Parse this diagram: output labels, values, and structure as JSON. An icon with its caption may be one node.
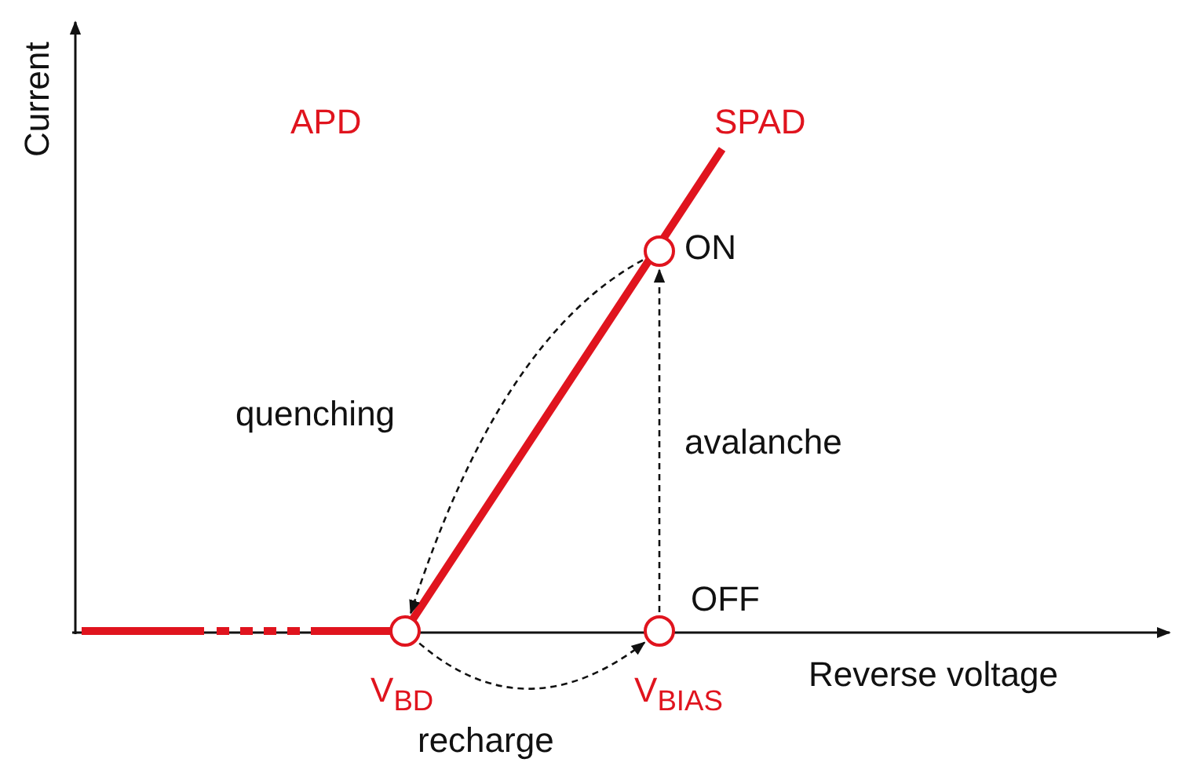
{
  "diagram": {
    "nodes": [
      {
        "text": [],
        "shape": "circle",
        "beside": [
          "V$_{BD}$"
        ]
      },
      {
        "text": [],
        "shape": "circle",
        "beside": [
          "OFF",
          "V$_{BIAS}$"
        ]
      },
      {
        "text": [],
        "shape": "circle",
        "beside": [
          "ON"
        ]
      }
    ],
    "edges": [
      {
        "from": 2,
        "to": 0,
        "arrow": "to",
        "style": "dashed",
        "label": "quenching"
      },
      {
        "from": 1,
        "to": 2,
        "arrow": "to",
        "style": "dashed",
        "label": "avalanche"
      },
      {
        "from": 0,
        "to": 1,
        "arrow": "to",
        "style": "dashed",
        "label": "recharge"
      }
    ],
    "labels": [
      "Current",
      "APD",
      "SPAD",
      "Reverse voltage"
    ]
  }
}
